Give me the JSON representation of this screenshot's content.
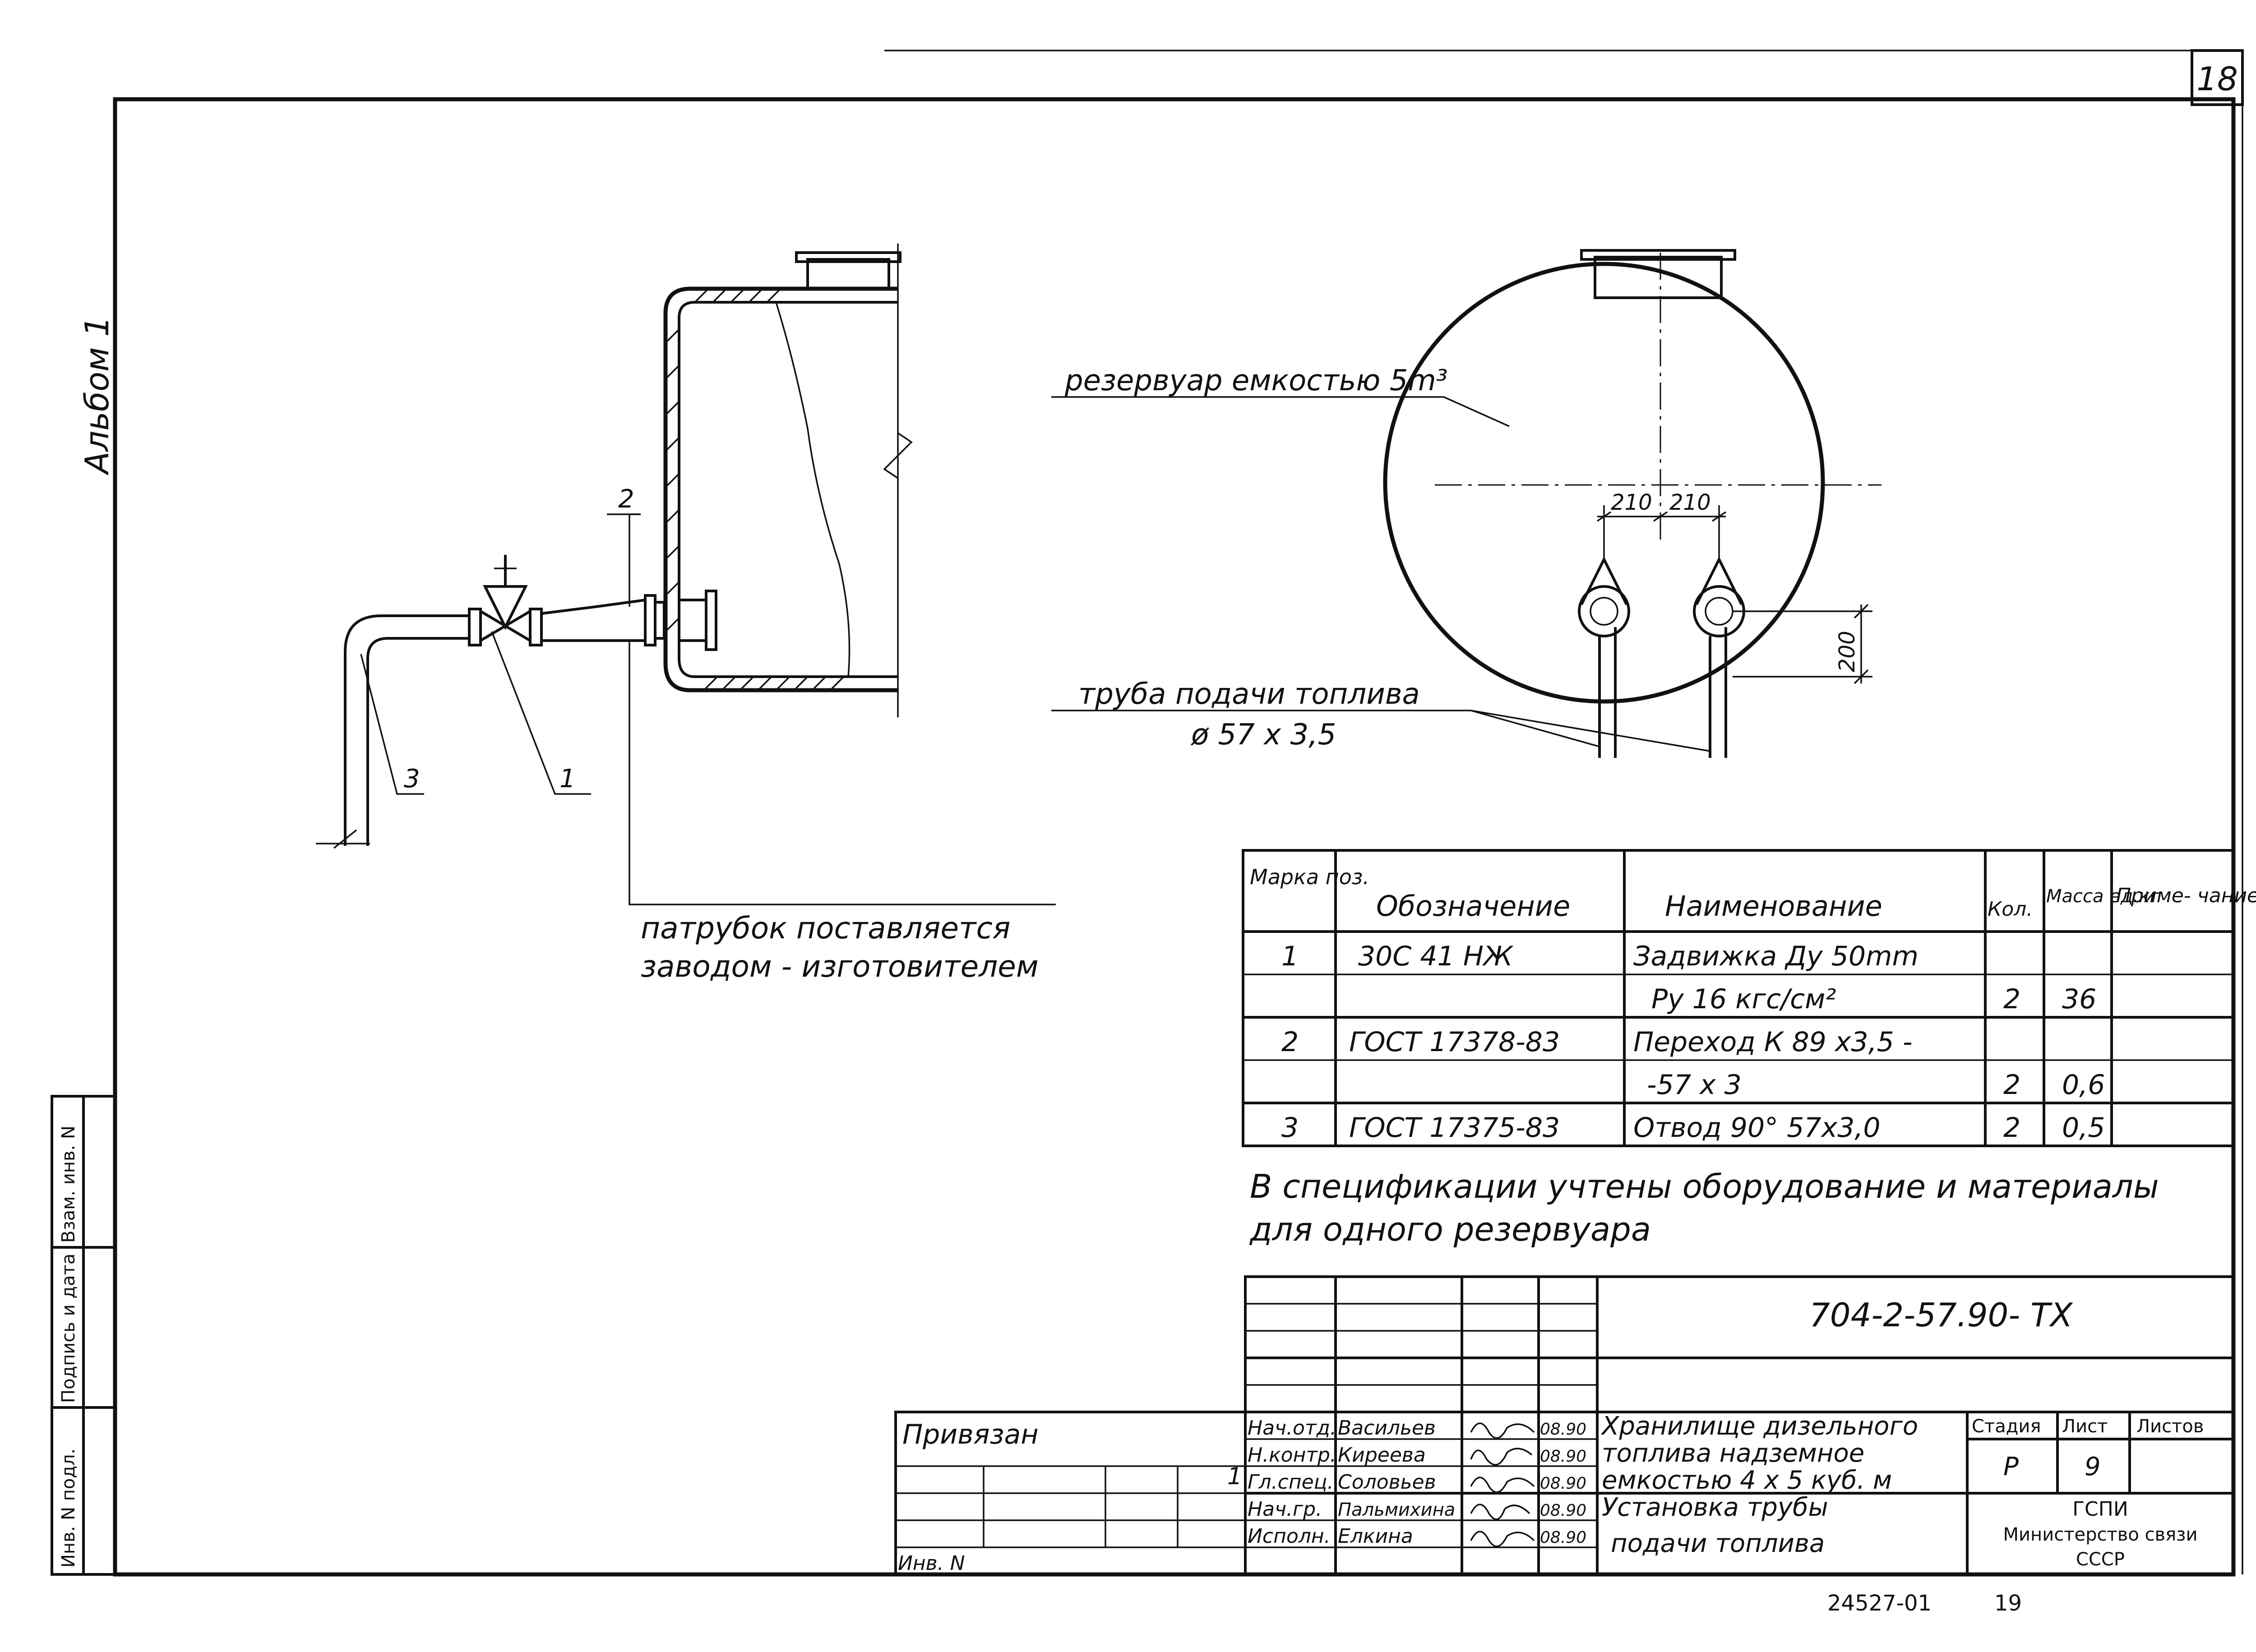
{
  "sheet": {
    "number": "18",
    "album": "Альбом 1",
    "bottom_code": "24527-01",
    "bottom_page": "19"
  },
  "side_stamp": {
    "inv_podl": "Инв. N подл.",
    "podpis_data": "Подпись и дата",
    "vzam_inv": "Взам. инв. N"
  },
  "drawing": {
    "tank_label": "резервуар емкостью 5m³",
    "pipe_label": "труба подачи топлива",
    "pipe_size": "ø 57 x 3,5",
    "nozzle_note_1": "патрубок поставляется",
    "nozzle_note_2": "заводом - изготовителем",
    "pos_1": "1",
    "pos_2": "2",
    "pos_3": "3",
    "dim_210_a": "210",
    "dim_210_b": "210",
    "dim_200": "200"
  },
  "spec": {
    "headers": {
      "mark": "Марка поз.",
      "designation": "Обозначение",
      "name": "Наименование",
      "qty": "Кол.",
      "mass": "Масса ед.кг",
      "note": "Приме- чание"
    },
    "rows": [
      {
        "mark": "1",
        "designation": "30С 41 НЖ",
        "name": "Задвижка Ду 50mm",
        "qty": "",
        "mass": "",
        "note": ""
      },
      {
        "mark": "",
        "designation": "",
        "name": "Ру 16 кгс/см²",
        "qty": "2",
        "mass": "36",
        "note": ""
      },
      {
        "mark": "2",
        "designation": "ГОСТ 17378-83",
        "name": "Переход К 89 x3,5 -",
        "qty": "",
        "mass": "",
        "note": ""
      },
      {
        "mark": "",
        "designation": "",
        "name": "-57 x 3",
        "qty": "2",
        "mass": "0,6",
        "note": ""
      },
      {
        "mark": "3",
        "designation": "ГОСТ 17375-83",
        "name": "Отвод 90° 57x3,0",
        "qty": "2",
        "mass": "0,5",
        "note": ""
      }
    ],
    "note_line1": "В спецификации учтены оборудование и материалы",
    "note_line2": "для одного резервуара"
  },
  "title_block": {
    "code": "704-2-57.90- ТХ",
    "privyazan": "Привязан",
    "inv_n": "Инв. N",
    "one": "1",
    "roles": [
      {
        "role": "Нач.отд.",
        "name": "Васильев",
        "date": "08.90"
      },
      {
        "role": "Н.контр.",
        "name": "Киреева",
        "date": "08.90"
      },
      {
        "role": "Гл.спец.",
        "name": "Соловьев",
        "date": "08.90"
      },
      {
        "role": "Нач.гр.",
        "name": "Пальмихина",
        "date": "08.90"
      },
      {
        "role": "Исполн.",
        "name": "Елкина",
        "date": "08.90"
      }
    ],
    "project_1": "Хранилище дизельного",
    "project_2": "топлива надземное",
    "project_3": "емкостью 4 x 5 куб. м",
    "sheet_1": "Установка трубы",
    "sheet_2": "подачи топлива",
    "stage_hdr": "Стадия",
    "list_hdr": "Лист",
    "lists_hdr": "Листов",
    "stage": "Р",
    "list": "9",
    "lists": "",
    "org_1": "ГСПИ",
    "org_2": "Министерство связи",
    "org_3": "СССР"
  }
}
